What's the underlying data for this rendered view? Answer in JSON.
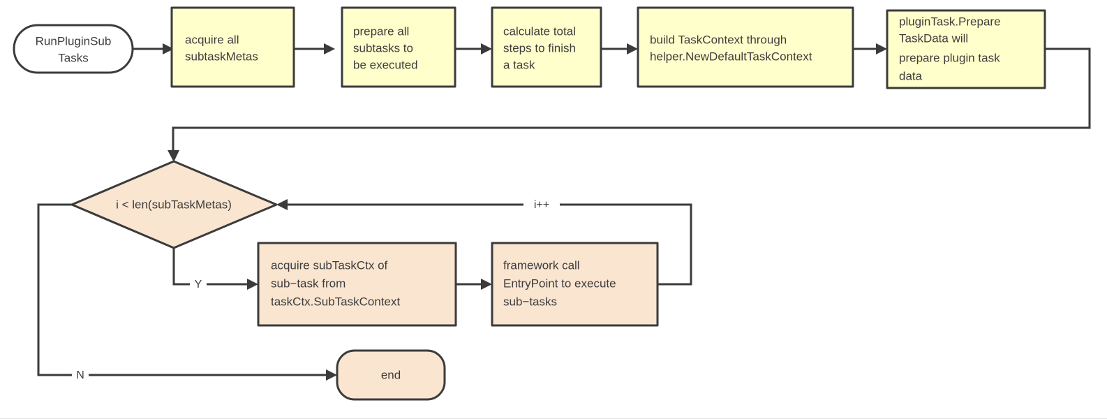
{
  "diagram": {
    "title": "RunPluginSubTasks flowchart",
    "colors": {
      "yellow_fill": "#ffffcc",
      "peach_fill": "#fae5d0",
      "white_fill": "#ffffff",
      "stroke": "#3b3b3b",
      "text": "#3d3d3d"
    },
    "nodes": {
      "start": {
        "line1": "RunPluginSub",
        "line2": "Tasks"
      },
      "acquire_metas": {
        "line1": "acquire all",
        "line2": "subtaskMetas"
      },
      "prepare_subtasks": {
        "line1": "prepare all",
        "line2": "subtasks to",
        "line3": "be executed"
      },
      "calculate_steps": {
        "line1": "calculate total",
        "line2": "steps to finish",
        "line3": "a task"
      },
      "build_taskcontext": {
        "line1": "build TaskContext through",
        "line2": "helper.NewDefaultTaskContext"
      },
      "prepare_plugin_data": {
        "line1": "pluginTask.Prepare",
        "line2": "TaskData will",
        "line3": "prepare plugin task",
        "line4": "data"
      },
      "loop_condition": {
        "line1": "i < len(subTaskMetas)"
      },
      "acquire_subtaskctx": {
        "line1": "acquire subTaskCtx of",
        "line2": "sub−task from",
        "line3": "taskCtx.SubTaskContext"
      },
      "framework_call": {
        "line1": "framework call",
        "line2": "EntryPoint to execute",
        "line3": "sub−tasks"
      },
      "end": {
        "line1": "end"
      }
    },
    "edge_labels": {
      "increment": "i++",
      "yes": "Y",
      "no": "N"
    }
  }
}
